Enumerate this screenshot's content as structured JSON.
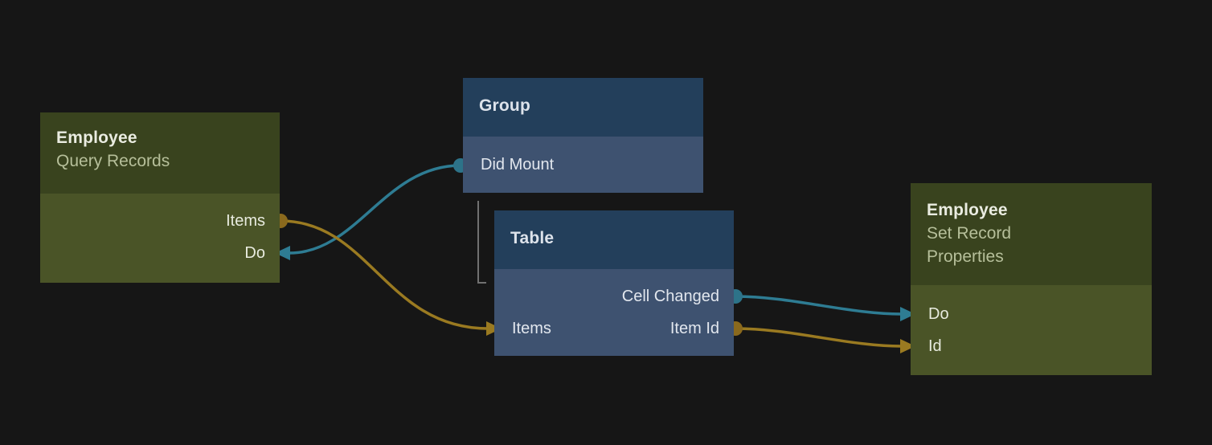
{
  "colors": {
    "canvas_bg": "#161616",
    "green_header": "#39431e",
    "green_body": "#4a5427",
    "blue_header": "#233f5b",
    "blue_body": "#3e5270",
    "signal_color": "#2e7c93",
    "signal_dot_color": "#2d7389",
    "data_color": "#9a7a21",
    "data_dot_color": "#8a691d",
    "hierarchy_color": "#707070"
  },
  "nodes": {
    "query_records": {
      "title": "Employee",
      "subtitle": "Query Records",
      "ports": {
        "items": "Items",
        "do": "Do"
      }
    },
    "group": {
      "title": "Group",
      "ports": {
        "did_mount": "Did Mount"
      }
    },
    "table": {
      "title": "Table",
      "ports": {
        "cell_changed": "Cell Changed",
        "items": "Items",
        "item_id": "Item Id"
      }
    },
    "set_record": {
      "title": "Employee",
      "subtitle_line1": "Set Record",
      "subtitle_line2": "Properties",
      "ports": {
        "do": "Do",
        "id": "Id"
      }
    }
  },
  "connections": [
    {
      "from": "Group.Did Mount",
      "to": "Employee Query Records.Do",
      "kind": "signal"
    },
    {
      "from": "Employee Query Records.Items",
      "to": "Table.Items",
      "kind": "data"
    },
    {
      "from": "Table.Cell Changed",
      "to": "Employee Set Record Properties.Do",
      "kind": "signal"
    },
    {
      "from": "Table.Item Id",
      "to": "Employee Set Record Properties.Id",
      "kind": "data"
    }
  ],
  "hierarchy": [
    {
      "parent": "Group",
      "child": "Table"
    }
  ]
}
